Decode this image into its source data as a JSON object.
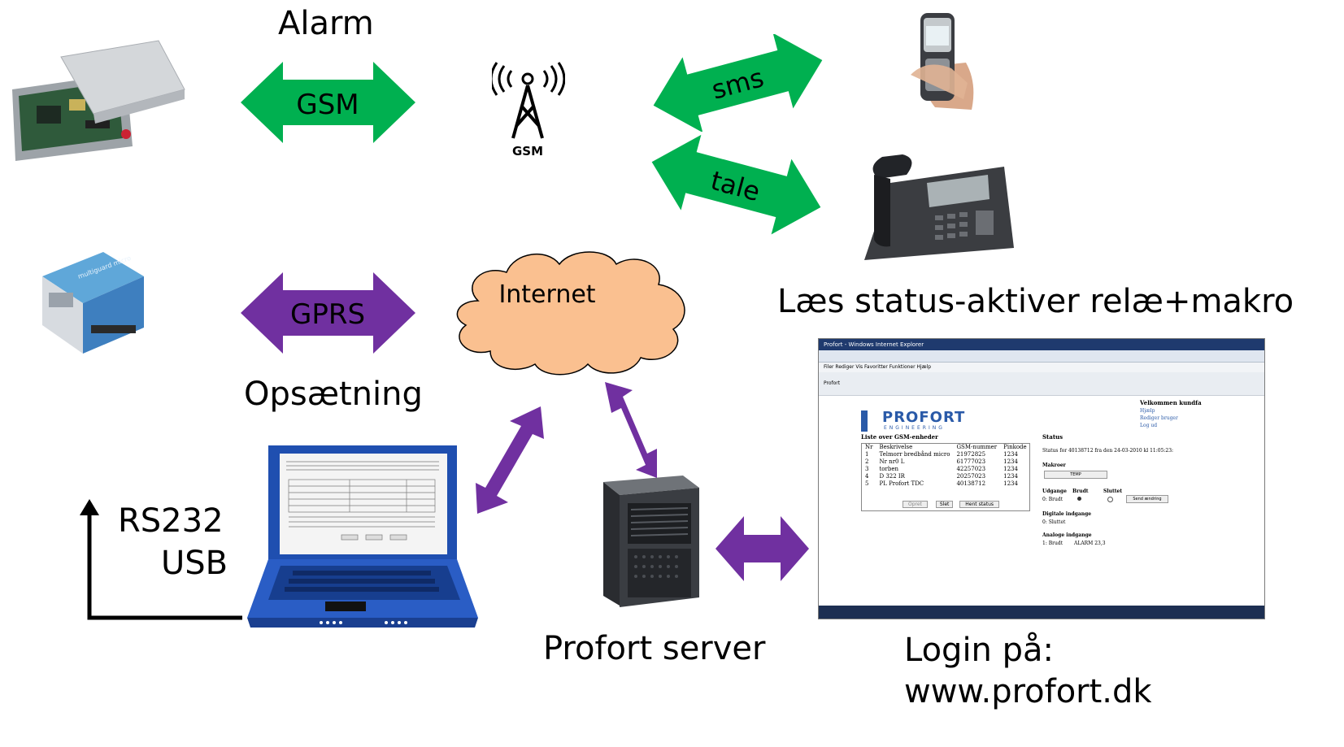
{
  "labels": {
    "alarm": "Alarm",
    "gsm_arrow": "GSM",
    "gprs_arrow": "GPRS",
    "opsaetning": "Opsætning",
    "sms_arrow": "sms",
    "tale_arrow": "tale",
    "internet": "Internet",
    "status": "Læs status-aktiver relæ+makro",
    "rs232": "RS232",
    "usb": "USB",
    "server": "Profort server",
    "login_line1": "Login på:",
    "login_line2": "www.profort.dk",
    "tower_label": "GSM"
  },
  "browser": {
    "title": "Profort - Windows Internet Explorer",
    "menu": "Filer  Rediger  Vis  Favoritter  Funktioner  Hjælp",
    "tab": "Profort",
    "logo": "PROFORT",
    "logo_sub": "ENGINEERING",
    "list_title": "Liste over GSM-enheder",
    "welcome": "Velkommen kundfa",
    "links": [
      "Hjælp",
      "Rediger bruger",
      "Log ud"
    ],
    "columns": [
      "Nr",
      "Beskrivelse",
      "GSM-nummer",
      "Pinkode"
    ],
    "rows": [
      [
        "1",
        "Telmorr bredbånd micro",
        "21972825",
        "1234"
      ],
      [
        "2",
        "Nr nr0 L",
        "61777023",
        "1234"
      ],
      [
        "3",
        "torben",
        "42257023",
        "1234"
      ],
      [
        "4",
        "D 322 IR",
        "20257023",
        "1234"
      ],
      [
        "5",
        "PL Profort TDC",
        "40138712",
        "1234"
      ]
    ],
    "buttons": [
      "Opret",
      "Slet",
      "Hent status"
    ],
    "status_title": "Status",
    "status_text": "Status for 40138712 fra den 24-03-2010 kl 11:05:23:",
    "makroer": "Makroer",
    "temp_button": "TEMP",
    "udgange": "Udgange",
    "brudt": "Brudt",
    "sluttet": "Sluttet",
    "udgang_row": "0: Brudt",
    "send_button": "Send ændring",
    "digitale": "Digitale indgange",
    "digitale_row": "0: Sluttet",
    "analoge": "Analoge indgange",
    "analoge_row": "1: Brudt",
    "analoge_value": "ALARM 23,3"
  },
  "colors": {
    "green_arrow": "#00b050",
    "purple_arrow": "#7030a0",
    "cloud_fill": "#fac090",
    "laptop_blue": "#1f4fb0"
  },
  "icons": [
    "gsm-device-icon",
    "din-rail-device-icon",
    "gsm-tower-icon",
    "mobile-phone-icon",
    "desk-phone-icon",
    "laptop-icon",
    "server-icon",
    "browser-screenshot"
  ]
}
